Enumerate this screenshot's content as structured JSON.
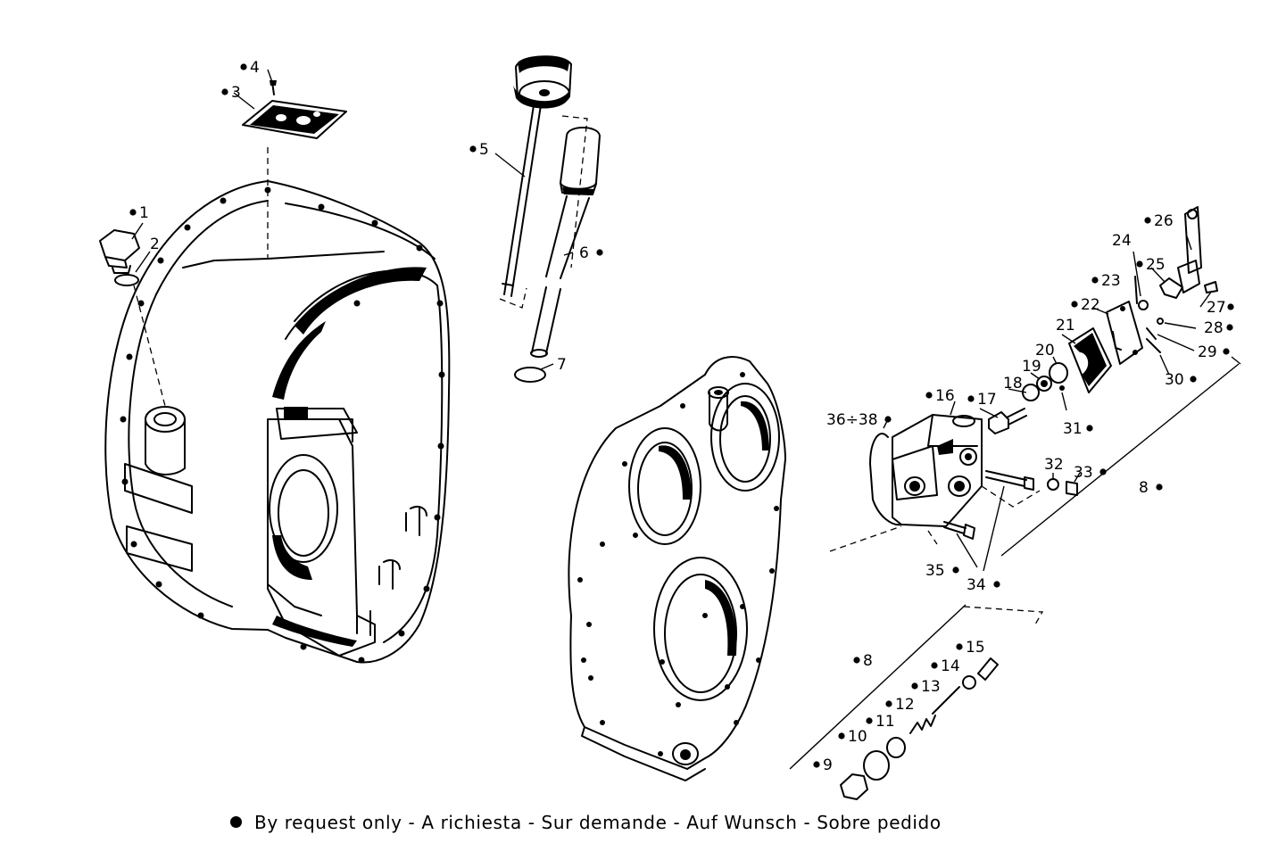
{
  "legend_text": "By request only - A richiesta - Sur demande - Auf Wunsch - Sobre pedido",
  "callouts": [
    {
      "id": "1",
      "text": "1",
      "bullet": true
    },
    {
      "id": "2",
      "text": "2",
      "bullet": false
    },
    {
      "id": "3",
      "text": "3",
      "bullet": true
    },
    {
      "id": "4",
      "text": "4",
      "bullet": true
    },
    {
      "id": "5",
      "text": "5",
      "bullet": true
    },
    {
      "id": "6",
      "text": "6",
      "bullet": true
    },
    {
      "id": "7",
      "text": "7",
      "bullet": false
    },
    {
      "id": "8a",
      "text": "8",
      "bullet": true
    },
    {
      "id": "8b",
      "text": "8",
      "bullet": true
    },
    {
      "id": "9",
      "text": "9",
      "bullet": true
    },
    {
      "id": "10",
      "text": "10",
      "bullet": true
    },
    {
      "id": "11",
      "text": "11",
      "bullet": true
    },
    {
      "id": "12",
      "text": "12",
      "bullet": true
    },
    {
      "id": "13",
      "text": "13",
      "bullet": true
    },
    {
      "id": "14",
      "text": "14",
      "bullet": true
    },
    {
      "id": "15",
      "text": "15",
      "bullet": true
    },
    {
      "id": "16",
      "text": "16",
      "bullet": true
    },
    {
      "id": "17",
      "text": "17",
      "bullet": true
    },
    {
      "id": "18",
      "text": "18",
      "bullet": false
    },
    {
      "id": "19",
      "text": "19",
      "bullet": false
    },
    {
      "id": "20",
      "text": "20",
      "bullet": false
    },
    {
      "id": "21",
      "text": "21",
      "bullet": false
    },
    {
      "id": "22",
      "text": "22",
      "bullet": true
    },
    {
      "id": "23",
      "text": "23",
      "bullet": true
    },
    {
      "id": "24",
      "text": "24",
      "bullet": false
    },
    {
      "id": "25",
      "text": "25",
      "bullet": true
    },
    {
      "id": "26",
      "text": "26",
      "bullet": true
    },
    {
      "id": "27",
      "text": "27",
      "bullet": true
    },
    {
      "id": "28",
      "text": "28",
      "bullet": true
    },
    {
      "id": "29",
      "text": "29",
      "bullet": true
    },
    {
      "id": "30",
      "text": "30",
      "bullet": true
    },
    {
      "id": "31",
      "text": "31",
      "bullet": true
    },
    {
      "id": "32",
      "text": "32",
      "bullet": false
    },
    {
      "id": "33",
      "text": "33",
      "bullet": true
    },
    {
      "id": "34",
      "text": "34",
      "bullet": true
    },
    {
      "id": "35",
      "text": "35",
      "bullet": true
    },
    {
      "id": "36",
      "text": "36÷38",
      "bullet": true
    }
  ]
}
